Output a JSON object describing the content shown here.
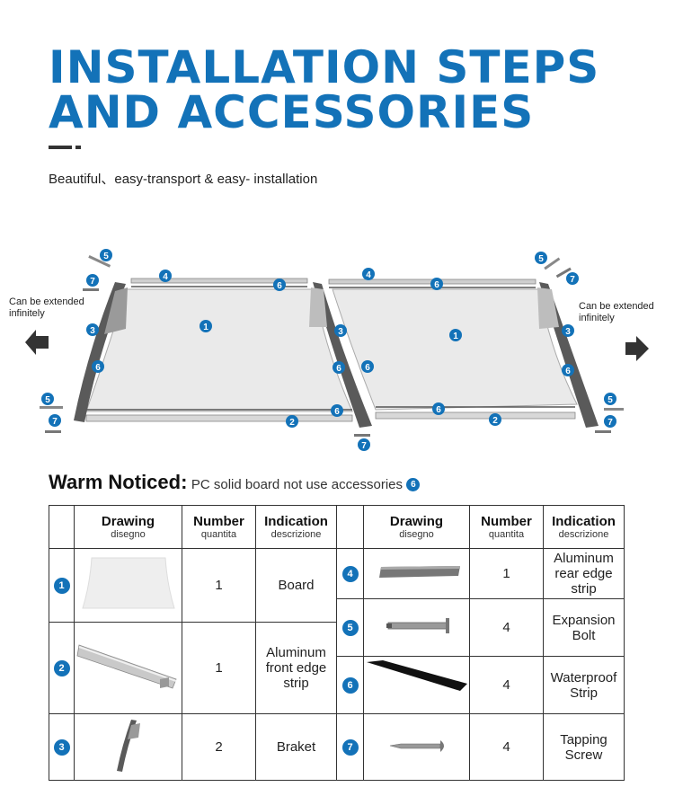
{
  "title": {
    "line1": "INSTALLATION STEPS",
    "line2": "AND ACCESSORIES"
  },
  "subtitle": "Beautiful、easy-transport & easy- installation",
  "diagram": {
    "extend_left_line1": "Can be extended",
    "extend_left_line2": "infinitely",
    "extend_right_line1": "Can be extended",
    "extend_right_line2": "infinitely"
  },
  "warm": {
    "title": "Warm Noticed:",
    "text": "PC solid board not use accessories",
    "badge": "6"
  },
  "table": {
    "headers": [
      {
        "main": "Drawing",
        "sub": "disegno"
      },
      {
        "main": "Number",
        "sub": "quantita"
      },
      {
        "main": "Indication",
        "sub": "descrizione"
      }
    ],
    "left": [
      {
        "no": "1",
        "qty": "1",
        "ind": "Board"
      },
      {
        "no": "2",
        "qty": "1",
        "ind": "Aluminum front edge strip"
      },
      {
        "no": "3",
        "qty": "2",
        "ind": "Braket"
      }
    ],
    "right": [
      {
        "no": "4",
        "qty": "1",
        "ind": "Aluminum rear edge strip"
      },
      {
        "no": "5",
        "qty": "4",
        "ind": "Expansion Bolt"
      },
      {
        "no": "6",
        "qty": "4",
        "ind": "Waterproof Strip"
      },
      {
        "no": "7",
        "qty": "4",
        "ind": "Tapping Screw"
      }
    ]
  },
  "colors": {
    "accent": "#1372b8",
    "bracket": "#5a5a5a"
  }
}
